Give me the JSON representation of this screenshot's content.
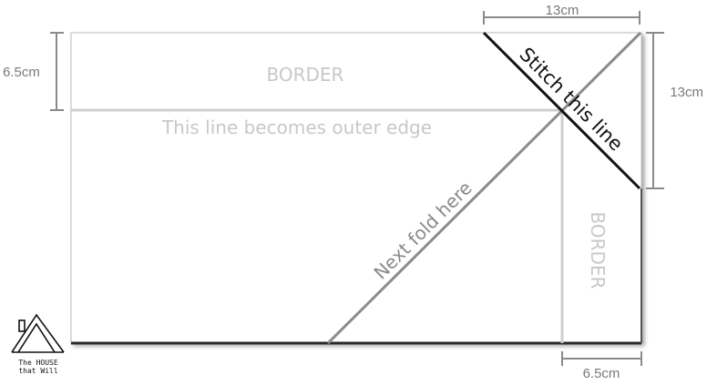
{
  "labels": {
    "dim_top": "13cm",
    "dim_left": "6.5cm",
    "dim_right": "13cm",
    "dim_bottom": "6.5cm",
    "border_top": "BORDER",
    "outer_edge": "This line becomes outer edge",
    "stitch": "Stitch this line",
    "fold": "Next fold here",
    "border_side": "BORDER"
  },
  "logo": {
    "line1": "The HOUSE",
    "line2": "that Will"
  },
  "colors": {
    "stitch_line": "#111111",
    "fold_line": "#8c8c8c",
    "guide_line": "#c8c8c8",
    "dimension": "#7a7a7a"
  }
}
